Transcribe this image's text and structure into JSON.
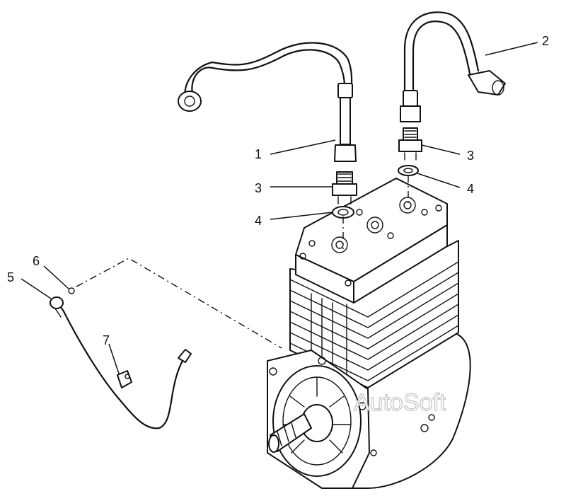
{
  "watermark": "AutoSoft",
  "callouts": {
    "c1": "1",
    "c2": "2",
    "c3a": "3",
    "c3b": "3",
    "c4a": "4",
    "c4b": "4",
    "c5": "5",
    "c6": "6",
    "c7": "7"
  }
}
